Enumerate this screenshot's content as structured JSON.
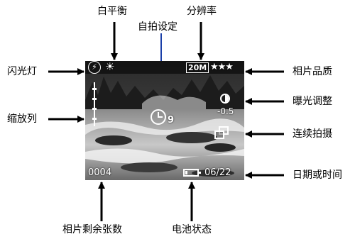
{
  "callouts": {
    "white_balance": "白平衡",
    "resolution": "分辨率",
    "self_timer": "自拍设定",
    "flash": "闪光灯",
    "quality": "相片品质",
    "exposure": "曝光调整",
    "zoom": "缩放列",
    "continuous": "连续拍摄",
    "date_time": "日期或时间",
    "remaining": "相片剩余张数",
    "battery": "电池状态"
  },
  "screen": {
    "flash_symbol": "⚡",
    "wb_symbol": "☀",
    "resolution": "20M",
    "quality_stars": "★★★",
    "self_timer_count": "9",
    "exposure_value": "-0.5",
    "remaining_count": "0004",
    "date": "06/22",
    "battery_level": 0.2
  }
}
